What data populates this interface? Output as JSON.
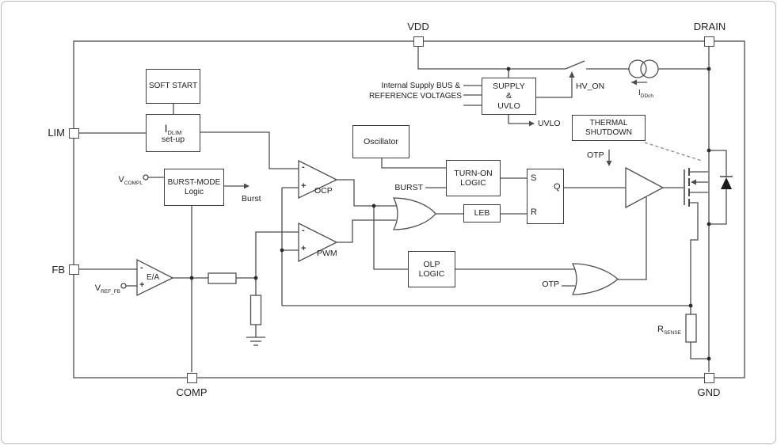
{
  "pins": {
    "vdd": "VDD",
    "drain": "DRAIN",
    "lim": "LIM",
    "fb": "FB",
    "comp": "COMP",
    "gnd": "GND"
  },
  "blocks": {
    "soft_start": "SOFT START",
    "idlim": {
      "main": "I",
      "sub": "DLIM",
      "caption": "set-up"
    },
    "burst_mode": {
      "line1": "BURST-MODE",
      "line2": "Logic"
    },
    "supply_uvlo": {
      "line1": "SUPPLY",
      "line2": "&",
      "line3": "UVLO"
    },
    "thermal": {
      "line1": "THERMAL",
      "line2": "SHUTDOWN"
    },
    "oscillator": "Oscillator",
    "turn_on": {
      "line1": "TURN-ON",
      "line2": "LOGIC"
    },
    "olp": {
      "line1": "OLP",
      "line2": "LOGIC"
    },
    "leb": "LEB",
    "flipflop": {
      "s": "S",
      "r": "R",
      "q": "Q"
    }
  },
  "signals": {
    "internal_supply": {
      "line1": "Internal Supply BUS &",
      "line2": "REFERENCE VOLTAGES"
    },
    "uvlo": "UVLO",
    "hv_on": "HV_ON",
    "iddch": {
      "main": "I",
      "sub": "DDch"
    },
    "otp_thermal": "OTP",
    "burst_in": "BURST",
    "burst_out": "Burst",
    "vcompl": {
      "main": "V",
      "sub": "COMPL"
    },
    "vref_fb": {
      "main": "V",
      "sub": "REF_FB"
    },
    "ea": "E/A",
    "ocp": "OCP",
    "pwm": "PWM",
    "otp_or": "OTP",
    "rsense": {
      "main": "R",
      "sub": "SENSE"
    },
    "minus": "-",
    "plus": "+"
  },
  "colors": {
    "wire": "#4d4d4d",
    "box_border": "#3c3c3c",
    "text": "#222222"
  }
}
